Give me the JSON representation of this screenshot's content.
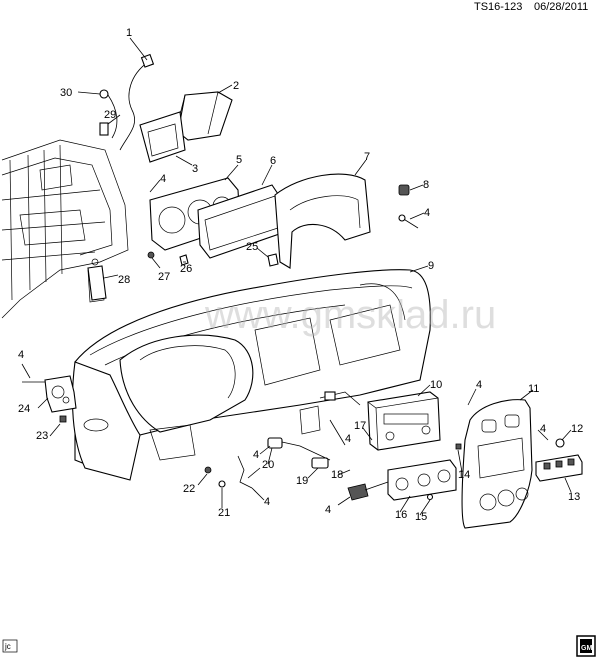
{
  "header": {
    "code": "TS16-123",
    "date": "06/28/2011"
  },
  "watermark": "www.gmsklad.ru",
  "corner_mark": "jc",
  "callouts": [
    "1",
    "2",
    "3",
    "4",
    "5",
    "6",
    "7",
    "8",
    "9",
    "10",
    "11",
    "12",
    "13",
    "14",
    "15",
    "16",
    "17",
    "18",
    "19",
    "20",
    "21",
    "22",
    "23",
    "24",
    "25",
    "26",
    "27",
    "28",
    "29",
    "30"
  ]
}
